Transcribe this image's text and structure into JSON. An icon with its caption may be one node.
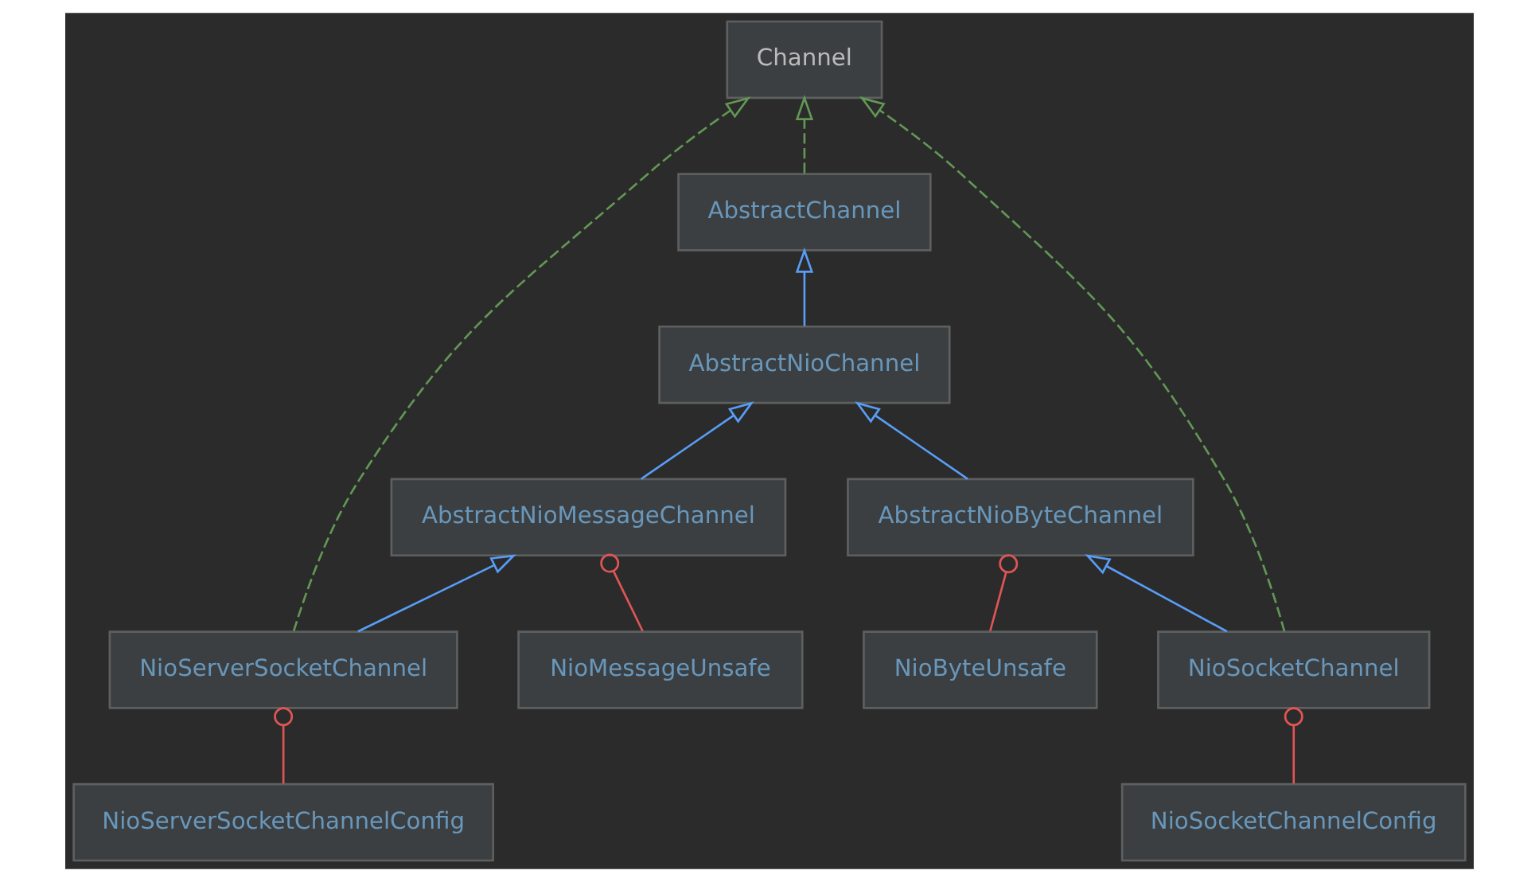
{
  "diagram": {
    "nodes": [
      {
        "text": [
          "Channel"
        ]
      },
      {
        "text": [
          "AbstractChannel"
        ]
      },
      {
        "text": [
          "AbstractNioChannel"
        ]
      },
      {
        "text": [
          "AbstractNioMessageChannel"
        ]
      },
      {
        "text": [
          "AbstractNioByteChannel"
        ]
      },
      {
        "text": [
          "NioServerSocketChannel"
        ]
      },
      {
        "text": [
          "NioMessageUnsafe"
        ]
      },
      {
        "text": [
          "NioByteUnsafe"
        ]
      },
      {
        "text": [
          "NioSocketChannel"
        ]
      },
      {
        "text": [
          "NioServerSocketChannelConfig"
        ]
      },
      {
        "text": [
          "NioSocketChannelConfig"
        ]
      }
    ],
    "edges": [
      {
        "from": 1,
        "to": 0,
        "arrow": "to",
        "style": "dashed",
        "color": "#629755"
      },
      {
        "from": 5,
        "to": 0,
        "arrow": "to",
        "style": "dashed",
        "color": "#629755"
      },
      {
        "from": 8,
        "to": 0,
        "arrow": "to",
        "style": "dashed",
        "color": "#629755"
      },
      {
        "from": 2,
        "to": 1,
        "arrow": "to"
      },
      {
        "from": 3,
        "to": 2,
        "arrow": "to"
      },
      {
        "from": 4,
        "to": 2,
        "arrow": "to"
      },
      {
        "from": 5,
        "to": 3,
        "arrow": "to"
      },
      {
        "from": 6,
        "to": 3,
        "arrow": "other",
        "color": "#e05555"
      },
      {
        "from": 7,
        "to": 4,
        "arrow": "other",
        "color": "#e05555"
      },
      {
        "from": 8,
        "to": 4,
        "arrow": "to"
      },
      {
        "from": 9,
        "to": 5,
        "arrow": "other",
        "color": "#e05555"
      },
      {
        "from": 10,
        "to": 8,
        "arrow": "other",
        "color": "#e05555"
      }
    ]
  }
}
